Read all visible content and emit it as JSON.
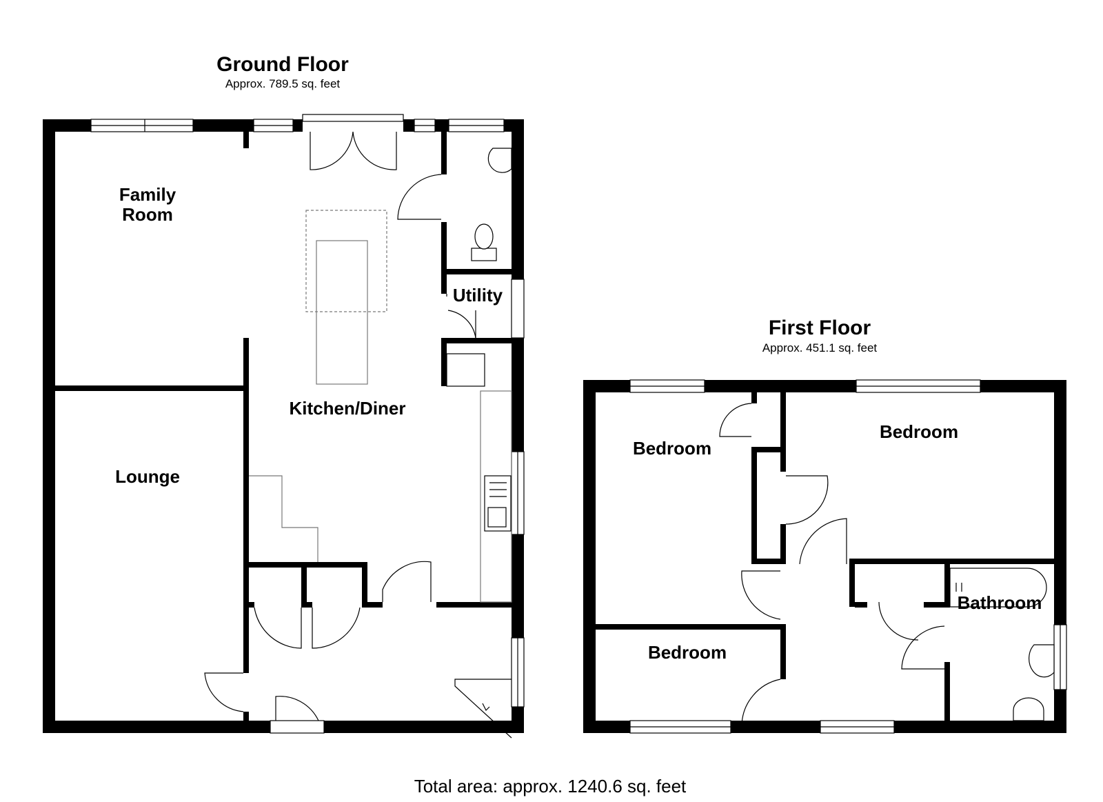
{
  "ground_floor": {
    "title": "Ground Floor",
    "area": "Approx. 789.5 sq. feet",
    "rooms": {
      "family_room_line1": "Family",
      "family_room_line2": "Room",
      "kitchen": "Kitchen/Diner",
      "utility": "Utility",
      "lounge": "Lounge"
    }
  },
  "first_floor": {
    "title": "First Floor",
    "area": "Approx. 451.1 sq. feet",
    "rooms": {
      "bedroom_1": "Bedroom",
      "bedroom_2": "Bedroom",
      "bedroom_3": "Bedroom",
      "bathroom": "Bathroom"
    }
  },
  "total_area": "Total area: approx. 1240.6 sq. feet",
  "colors": {
    "wall": "#000000",
    "background": "#ffffff",
    "fixture_line": "#777777"
  }
}
